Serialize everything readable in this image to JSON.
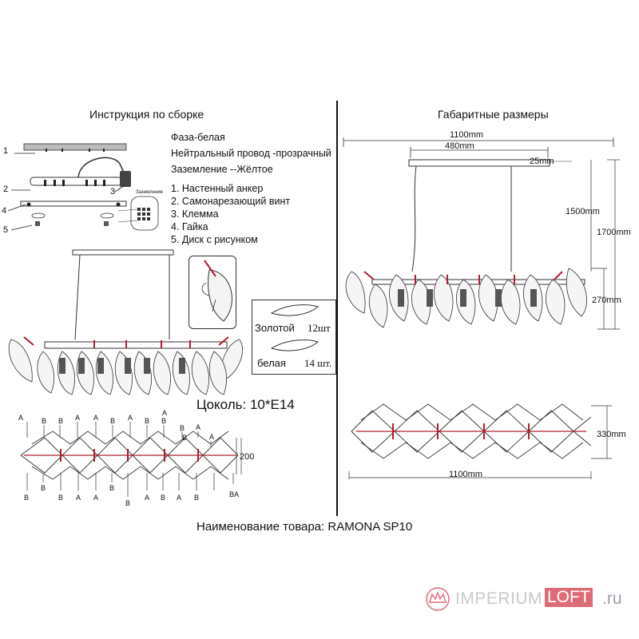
{
  "headings": {
    "assembly": "Инструкция по сборке",
    "dimensions": "Габаритные размеры"
  },
  "wiring": {
    "phase": "Фаза-белая",
    "neutral": "Нейтральный провод -прозрачный",
    "ground": "Заземление --Жёлтое"
  },
  "steps": [
    "1. Настенный анкер",
    "2. Самонарезающий винт",
    "3. Клемма",
    "4. Гайка",
    "5. Диск с рисунком"
  ],
  "callouts": {
    "n1": "1",
    "n2": "2",
    "n3": "3",
    "n4": "4",
    "n5": "5"
  },
  "ground_label": "Заземление",
  "leaves": {
    "gold_label": "Золотой",
    "gold_count": "12шт",
    "white_label": "белая",
    "white_count": "14 шт."
  },
  "socket": "Цоколь:  10*E14",
  "dims": {
    "total_width": "1100mm",
    "canopy_width": "480mm",
    "canopy_height": "25mm",
    "drop": "1500mm",
    "total_height": "1700mm",
    "body_height": "270mm",
    "depth": "330mm",
    "bottom_width": "1100mm",
    "left_depth": "200"
  },
  "ab_top": [
    "A",
    "B",
    "B",
    "A",
    "A",
    "B",
    "A",
    "B",
    "B",
    "A",
    "B",
    "A",
    "B",
    "A"
  ],
  "ab_bottom": [
    "B",
    "B",
    "B",
    "A",
    "A",
    "B",
    "B",
    "A",
    "B",
    "A",
    "B",
    "BA"
  ],
  "product": "Наименование товара: RAMONA SP10",
  "watermark": {
    "brand_a": "IMPERIUM",
    "brand_b": "LOFT",
    "tld": ".ru",
    "accent": "#e06b78"
  }
}
